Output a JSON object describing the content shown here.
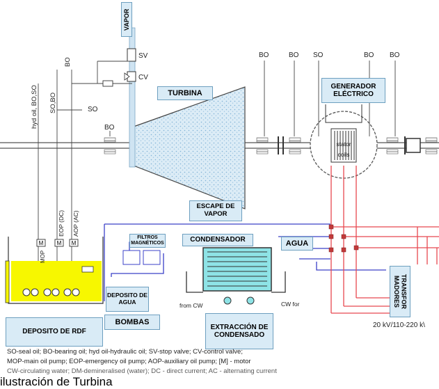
{
  "labels": {
    "vapor": "VAPOR",
    "turbina": "TURBINA",
    "generador": "GENERADOR ELÉCTRICO",
    "escape": "ESCAPE DE VAPOR",
    "filtros": "FILTROS MAGNÉTICOS",
    "condensador": "CONDENSADOR",
    "agua": "AGUA",
    "deposito_agua": "DEPOSITO DE AGUA",
    "bombas": "BOMBAS",
    "deposito_rdf": "DEPOSITO DE RDF",
    "extraccion": "EXTRACCIÓN DE CONDENSADO",
    "transformadores": "TRANSFOR MADORES"
  },
  "diagram": {
    "sv": "SV",
    "cv": "CV",
    "so_valve": "SO",
    "bo_left": "BO",
    "bo_turbine": "BO",
    "top_tags": [
      "BO",
      "BO",
      "SO",
      "BO",
      "BO"
    ],
    "vertical_tags": [
      "hyd oil, BO,SO",
      "SO,BO",
      "BO",
      "MOP",
      "EOP (DC)",
      "AOP (AC)"
    ],
    "motor_marks": [
      "M",
      "M",
      "M"
    ],
    "stator": "stator",
    "coils": "coils",
    "from_cw": "from CW",
    "cw_for": "CW for",
    "voltage": "20 kV/110-220 k\\"
  },
  "legend": [
    "SO-seal oil;  BO-bearing oil;  hyd oil-hydraulic oil;  SV-stop valve;  CV-control valve;",
    "MOP-main oil pump;  EOP-emergency oil pump;  AOP-auxiliary oil pump;  [M] - motor",
    "CW-circulating water;  DM-demineralised (water);  DC - direct current;  AC - alternating current"
  ],
  "caption": "ilustración de Turbina",
  "colors": {
    "label_fill": "#d9ebf6",
    "oil_tank": "#f7f700",
    "steam": "#cfe4f2",
    "electric": "#e8474f",
    "water_lines": "#3b40c8"
  }
}
